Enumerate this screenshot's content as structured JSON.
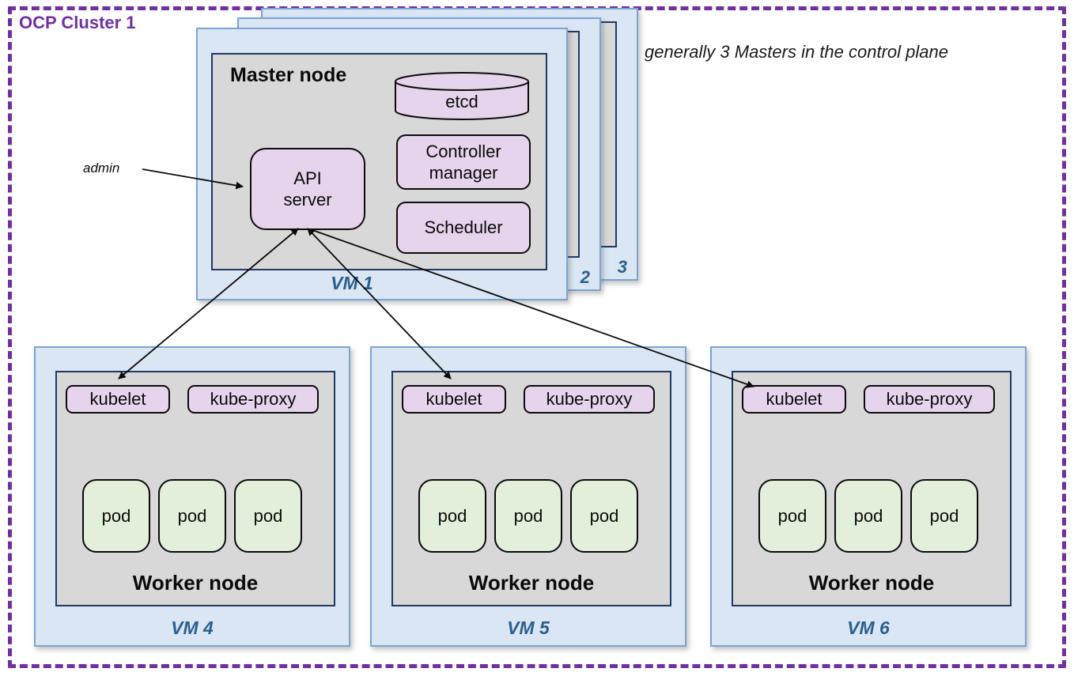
{
  "cluster": {
    "title": "OCP Cluster 1",
    "note": "generally 3 Masters in the control plane"
  },
  "colors": {
    "cluster_border_purple": "#7030a0",
    "vm_fill_blue": "#dae6f3",
    "vm_border_blue": "#7ba3d4",
    "node_fill_gray": "#d8d8d8",
    "node_border_navy": "#1f3864",
    "component_fill_purple": "#e5d4eb",
    "pod_fill_green": "#e2efda",
    "vm_label_blue": "#2b5f8f"
  },
  "master_stack": {
    "node_title": "Master node",
    "admin_label": "admin",
    "components": {
      "etcd": "etcd",
      "api_server": "API\nserver",
      "controller_manager": "Controller\nmanager",
      "scheduler": "Scheduler"
    },
    "vm_label": "VM 1",
    "stacked_labels": [
      "2",
      "3"
    ]
  },
  "workers": [
    {
      "vm_label": "VM 4",
      "node_title": "Worker node",
      "agents": [
        "kubelet",
        "kube-proxy"
      ],
      "pods": [
        "pod",
        "pod",
        "pod"
      ]
    },
    {
      "vm_label": "VM 5",
      "node_title": "Worker node",
      "agents": [
        "kubelet",
        "kube-proxy"
      ],
      "pods": [
        "pod",
        "pod",
        "pod"
      ]
    },
    {
      "vm_label": "VM 6",
      "node_title": "Worker node",
      "agents": [
        "kubelet",
        "kube-proxy"
      ],
      "pods": [
        "pod",
        "pod",
        "pod"
      ]
    }
  ],
  "arrows": [
    {
      "name": "admin-to-api-server",
      "bidirectional": false
    },
    {
      "name": "api-server-kubelet-vm4",
      "bidirectional": true
    },
    {
      "name": "api-server-kubelet-vm5",
      "bidirectional": true
    },
    {
      "name": "api-server-kubelet-vm6",
      "bidirectional": false
    }
  ]
}
